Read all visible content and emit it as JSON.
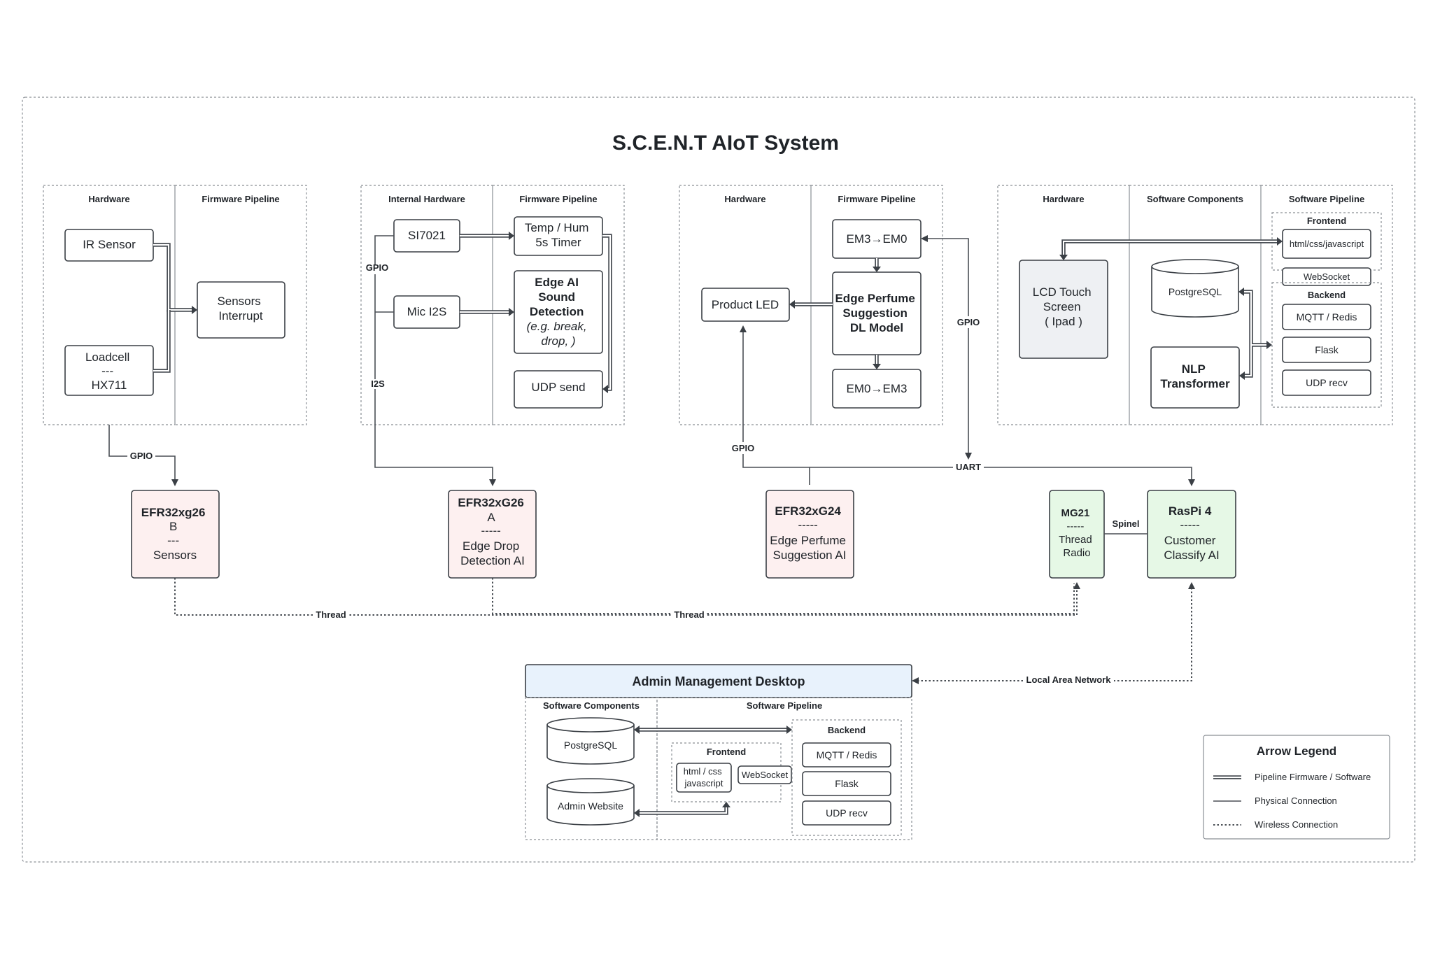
{
  "title": "S.C.E.N.T AIoT System",
  "colors": {
    "pink": "#fdf0f0",
    "green": "#e6f8e6",
    "grey": "#eef0f3",
    "blue": "#e8f2fc"
  },
  "groups": {
    "g1": {
      "headers": [
        "Hardware",
        "Firmware Pipeline"
      ],
      "ir_sensor": "IR Sensor",
      "loadcell": [
        "Loadcell",
        "---",
        "HX711"
      ],
      "sensors_interrupt": [
        "Sensors",
        "Interrupt"
      ]
    },
    "g2": {
      "headers": [
        "Internal Hardware",
        "Firmware Pipeline"
      ],
      "si7021": "SI7021",
      "mic": "Mic I2S",
      "timer": [
        "Temp / Hum",
        "5s Timer"
      ],
      "edge_ai": [
        "Edge AI",
        "Sound",
        "Detection",
        "(e.g. break,",
        "drop,  )"
      ],
      "udp_send": "UDP send"
    },
    "g3": {
      "headers": [
        "Hardware",
        "Firmware Pipeline"
      ],
      "product_led": "Product LED",
      "em3_em0": "EM3→EM0",
      "model": [
        "Edge Perfume",
        "Suggestion",
        "DL Model"
      ],
      "em0_em3": "EM0→EM3"
    },
    "g4": {
      "headers": [
        "Hardware",
        "Software Components",
        "Software Pipeline"
      ],
      "lcd": [
        "LCD Touch",
        "Screen",
        "( Ipad )"
      ],
      "postgres": "PostgreSQL",
      "nlp": [
        "NLP",
        "Transformer"
      ],
      "frontend": "Frontend",
      "frontend_item": "html/css/javascript",
      "websocket": "WebSocket",
      "backend": "Backend",
      "backend_items": [
        "MQTT / Redis",
        "Flask",
        "UDP recv"
      ]
    }
  },
  "nodes": {
    "efr_b": [
      "EFR32xg26",
      "B",
      "---",
      "Sensors"
    ],
    "efr_a": [
      "EFR32xG26",
      "A",
      "-----",
      "Edge Drop",
      "Detection AI"
    ],
    "efr_g24": [
      "EFR32xG24",
      "-----",
      "Edge Perfume",
      "Suggestion AI"
    ],
    "mg21": [
      "MG21",
      "-----",
      "Thread",
      "Radio"
    ],
    "raspi": [
      "RasPi 4",
      "-----",
      "Customer",
      "Classify AI"
    ]
  },
  "links": {
    "gpio": "GPIO",
    "i2s": "I2S",
    "uart": "UART",
    "thread": "Thread",
    "spinel": "Spinel",
    "lan": "Local Area Network"
  },
  "admin": {
    "title": "Admin Management Desktop",
    "headers": [
      "Software Components",
      "Software Pipeline"
    ],
    "postgres": "PostgreSQL",
    "website": "Admin Website",
    "frontend": "Frontend",
    "frontend_item": [
      "html / css",
      "javascript"
    ],
    "websocket": "WebSocket",
    "backend": "Backend",
    "backend_items": [
      "MQTT / Redis",
      "Flask",
      "UDP recv"
    ]
  },
  "legend": {
    "title": "Arrow Legend",
    "items": [
      "Pipeline Firmware / Software",
      "Physical Connection",
      "Wireless Connection"
    ]
  }
}
